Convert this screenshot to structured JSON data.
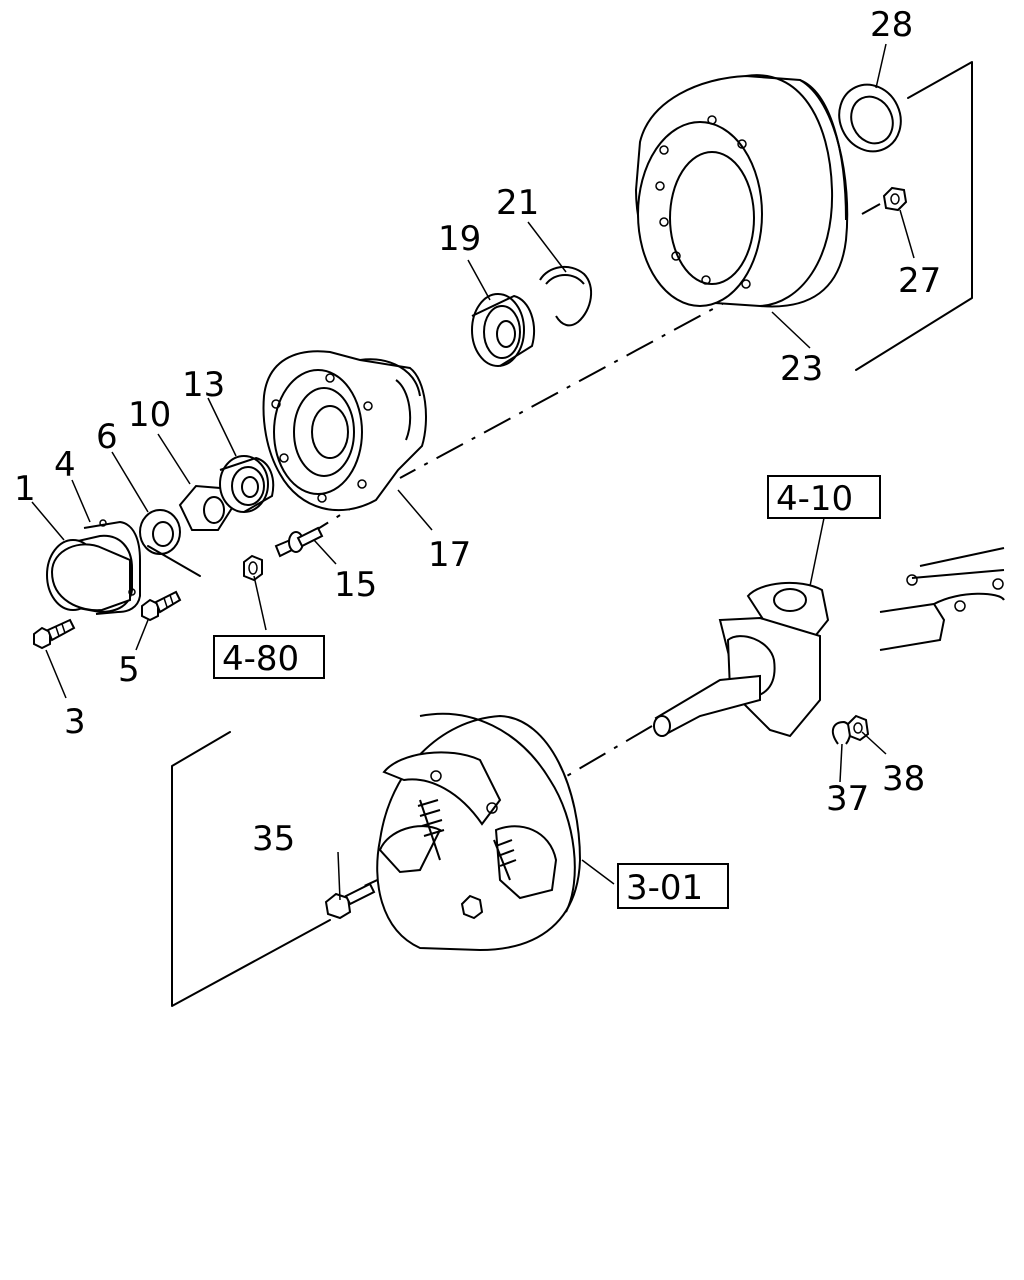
{
  "callouts": {
    "c1": "1",
    "c3": "3",
    "c4": "4",
    "c5": "5",
    "c6": "6",
    "c10": "10",
    "c13": "13",
    "c15": "15",
    "c17": "17",
    "c19": "19",
    "c21": "21",
    "c23": "23",
    "c27": "27",
    "c28": "28",
    "c35": "35",
    "c37": "37",
    "c38": "38"
  },
  "references": {
    "r4_10": "4-10",
    "r4_80": "4-80",
    "r3_01": "3-01"
  }
}
